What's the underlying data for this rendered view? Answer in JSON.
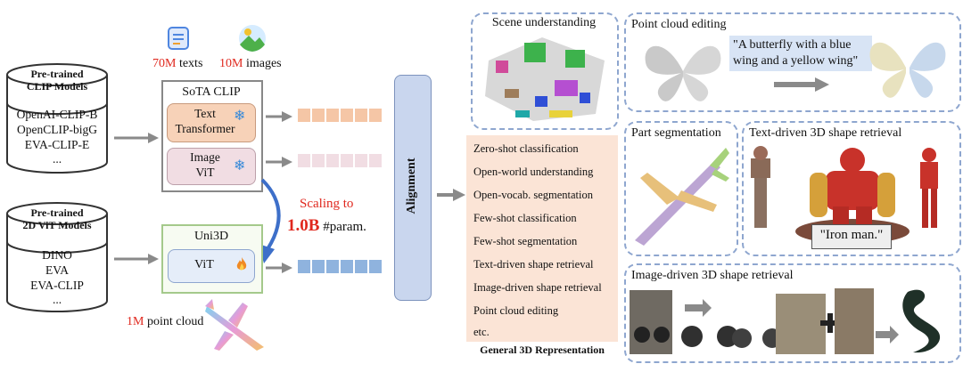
{
  "left": {
    "stat_texts": {
      "num": "70M",
      "label": " texts"
    },
    "stat_images": {
      "num": "10M",
      "label": " images"
    },
    "clip_db": {
      "title": [
        "Pre-trained",
        "CLIP Models"
      ],
      "items": [
        "OpenAI-CLIP-B",
        "OpenCLIP-bigG",
        "EVA-CLIP-E",
        "..."
      ]
    },
    "vit_db": {
      "title": [
        "Pre-trained",
        "2D ViT Models"
      ],
      "items": [
        "DINO",
        "EVA",
        "EVA-CLIP",
        "..."
      ]
    },
    "sota_clip": {
      "title": "SoTA CLIP",
      "text_encoder": [
        "Text",
        "Transformer"
      ],
      "image_encoder": [
        "Image",
        "ViT"
      ]
    },
    "scaling": {
      "line1": "Scaling to",
      "value": "1.0B",
      "suffix": " #param."
    },
    "uni3d": {
      "title": "Uni3D",
      "vit": "ViT"
    },
    "point_cloud": {
      "num": "1M",
      "label": " point cloud"
    },
    "alignment": "Alignment"
  },
  "tasks": {
    "items": [
      "Zero-shot classification",
      "Open-world understanding",
      "Open-vocab. segmentation",
      "Few-shot classification",
      "Few-shot segmentation",
      "Text-driven shape retrieval",
      "Image-driven shape retrieval",
      "Point cloud editing",
      "etc."
    ],
    "caption": "General 3D Representation"
  },
  "panels": {
    "scene": "Scene understanding",
    "editing": {
      "title": "Point cloud editing",
      "prompt": [
        "\"A butterfly with a blue",
        "wing and a yellow wing\""
      ]
    },
    "part": "Part segmentation",
    "text_retrieval": {
      "title": "Text-driven 3D shape retrieval",
      "query": "\"Iron man.\""
    },
    "image_retrieval": "Image-driven 3D shape retrieval"
  },
  "colors": {
    "accent_red": "#e0281e",
    "text_token": "#f5c6a6",
    "image_token": "#f1dde3",
    "pc_token": "#8fb3de",
    "alignment_fill": "#c9d6ee",
    "tasks_fill": "#fbe4d6",
    "panel_border": "#8ea6cf"
  }
}
